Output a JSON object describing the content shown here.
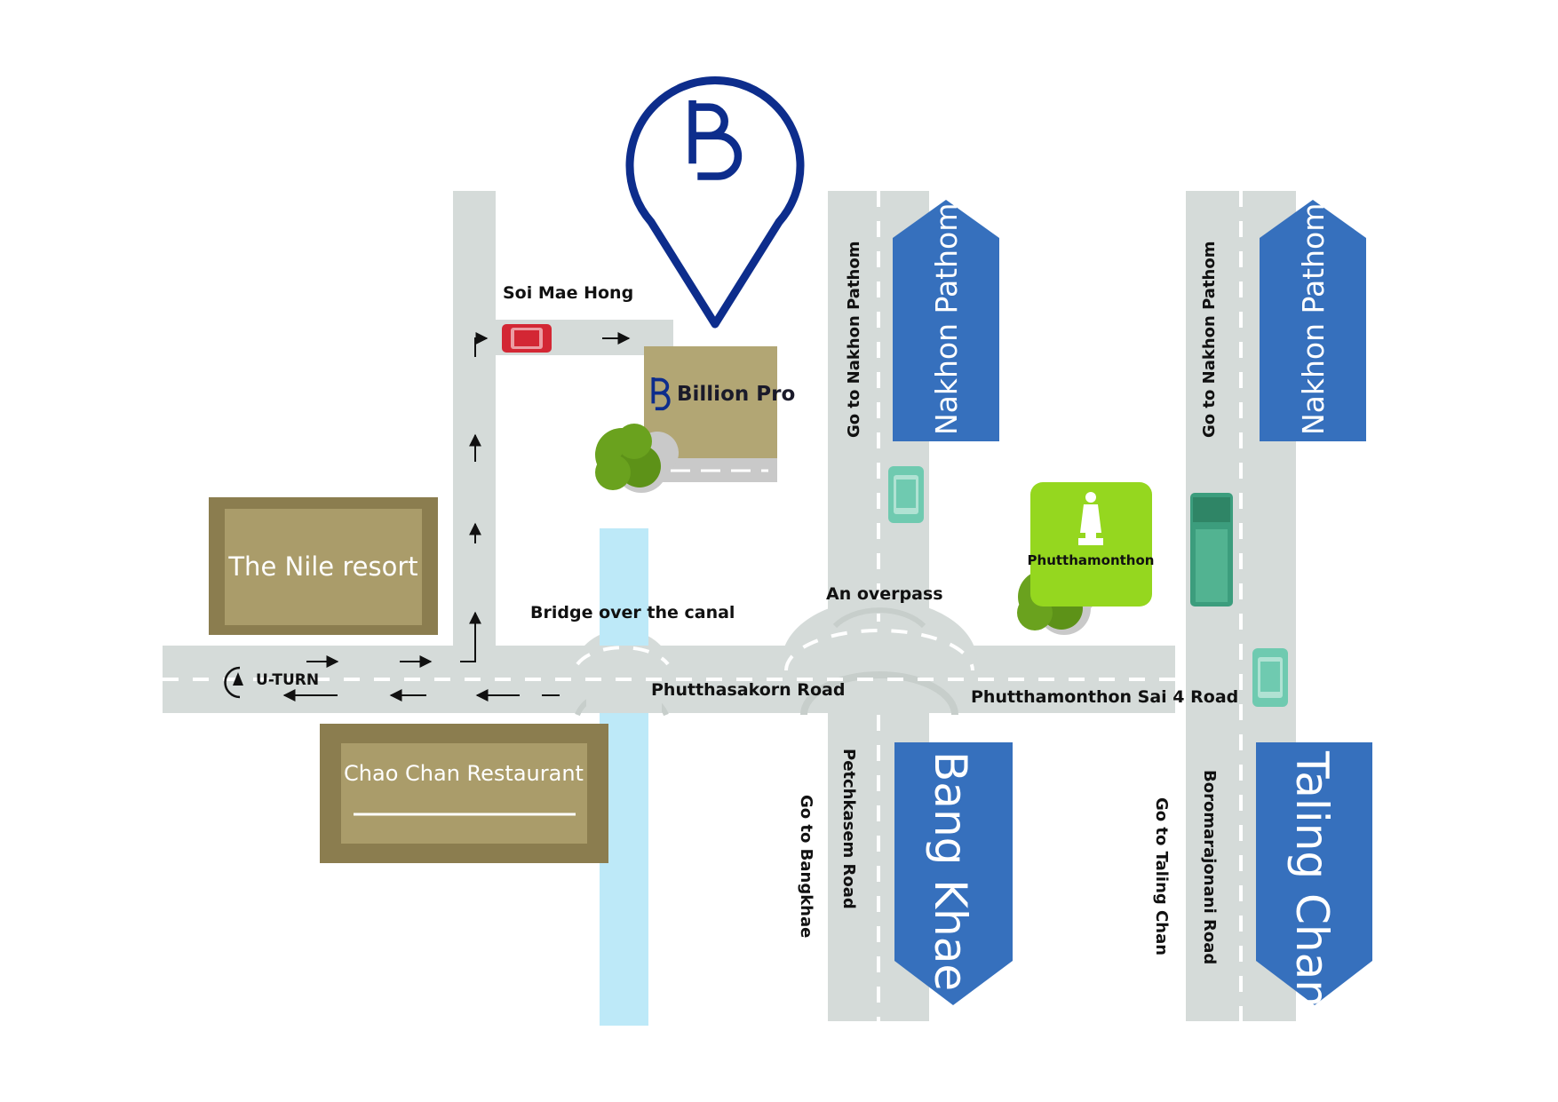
{
  "colors": {
    "road": "#d5dbd9",
    "road_marking": "#ffffff",
    "canal": "#bde9f8",
    "sign_blue": "#3670bd",
    "building_outer": "#8b7d4f",
    "building_inner": "#aa9c6a",
    "billion_building": "#b2a674",
    "pin": "#0d2d8c",
    "tree": "#6aa21e",
    "tree_shadow": "#c9c9c9",
    "landmark_green": "#95d71f",
    "car_red": "#d32734",
    "car_teal": "#6fcab0",
    "bus": "#3c9d7d"
  },
  "icons": [
    "location-pin-icon",
    "billion-pro-logo-icon",
    "car-icon",
    "bus-icon",
    "tree-icon",
    "buddha-statue-icon",
    "arrow-icon",
    "u-turn-icon"
  ],
  "labels": {
    "soi_mae_hong": "Soi Mae Hong",
    "bridge": "Bridge over the canal",
    "overpass": "An overpass",
    "phutthasakorn_road": "Phutthasakorn Road",
    "phutthamonthon_sai4_road": "Phutthamonthon Sai 4 Road",
    "u_turn": "U-TURN",
    "go_nakhon_pathom_1": "Go to Nakhon Pathom",
    "go_nakhon_pathom_2": "Go to Nakhon Pathom",
    "petchkasem_road": "Petchkasem Road",
    "go_bangkhae": "Go to Bangkhae",
    "boromarajonani_road": "Boromarajonani Road",
    "go_taling_chan": "Go to Taling Chan"
  },
  "signs": {
    "nakhon_pathom_1": "Nakhon Pathom",
    "nakhon_pathom_2": "Nakhon Pathom",
    "bang_khae": "Bang Khae",
    "taling_chan": "Taling Chan"
  },
  "places": {
    "billion_pro": "Billion Pro",
    "nile_resort": "The Nile resort",
    "chao_chan": "Chao Chan Restaurant",
    "phutthamonthon": "Phutthamonthon"
  }
}
